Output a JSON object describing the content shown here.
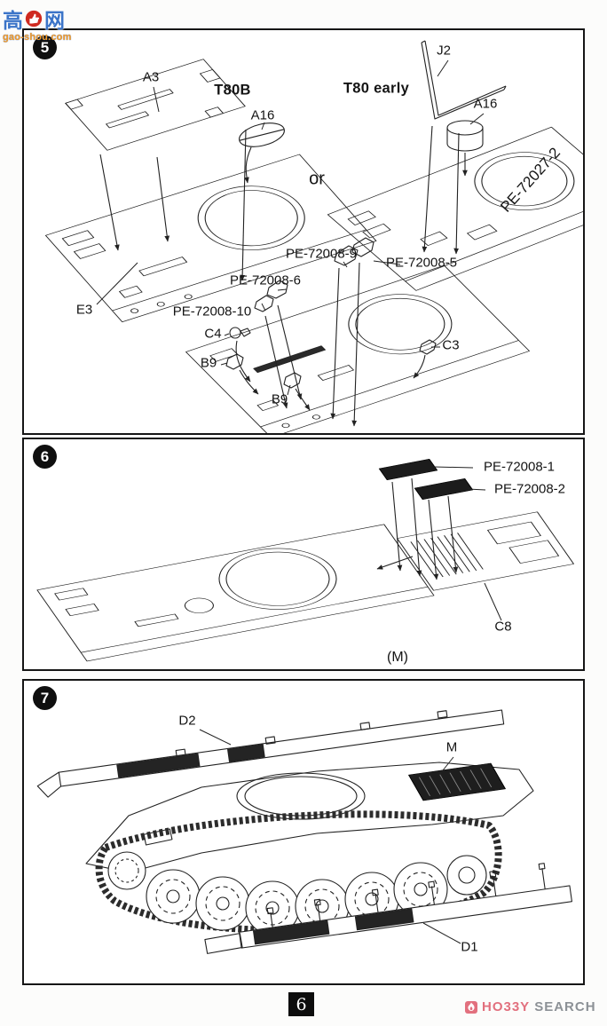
{
  "watermark": {
    "left_char": "高",
    "right_char": "网",
    "domain": "gao-shou.com"
  },
  "step5": {
    "badge": "5",
    "variant_left": "T80B",
    "variant_right": "T80 early",
    "or_separator": "or",
    "labels": {
      "a3": "A3",
      "a16_left": "A16",
      "j2": "J2",
      "a16_right": "A16",
      "pe72027_2": "PE-72027-2",
      "pe72008_9": "PE-72008-9",
      "pe72008_5": "PE-72008-5",
      "pe72008_6": "PE-72008-6",
      "pe72008_10": "PE-72008-10",
      "c4": "C4",
      "b9_left": "B9",
      "b9_bottom": "B9",
      "c3": "C3",
      "e3": "E3"
    }
  },
  "step6": {
    "badge": "6",
    "labels": {
      "pe72008_1": "PE-72008-1",
      "pe72008_2": "PE-72008-2",
      "c8": "C8",
      "module_note": "(M)"
    }
  },
  "step7": {
    "badge": "7",
    "labels": {
      "d2": "D2",
      "m": "M",
      "d1": "D1"
    }
  },
  "footer": {
    "page_number": "6",
    "logo": {
      "hobby": "HO33Y",
      "search": "SEARCH"
    }
  },
  "colors": {
    "line_art": "#222222",
    "logo_accent": "#e2707e",
    "logo_gray": "#8c9196",
    "watermark_blue": "#3b74c8",
    "watermark_orange": "#f59a23"
  }
}
